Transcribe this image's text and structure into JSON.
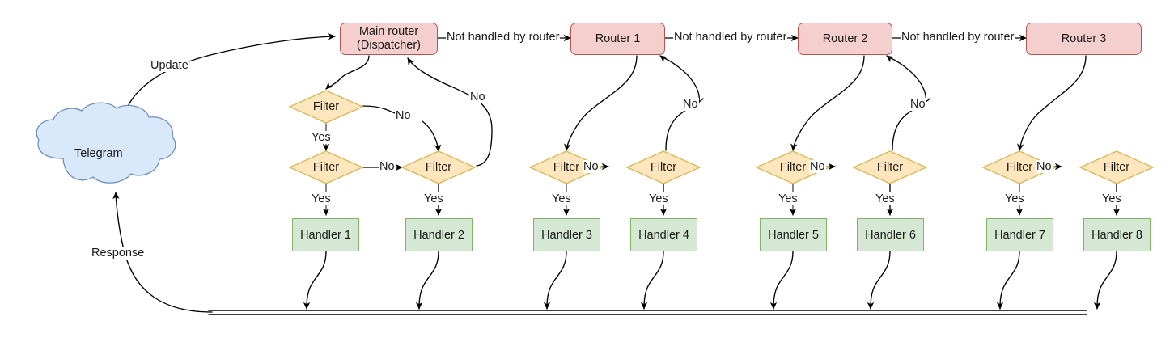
{
  "diagram": {
    "title": "Telegram bot update routing flow",
    "colors": {
      "router_fill": "#f5cfcd",
      "router_stroke": "#b85450",
      "handler_fill": "#d5e8d4",
      "handler_stroke": "#82b366",
      "filter_fill": "#ffe6bd",
      "filter_stroke": "#d6b656",
      "cloud_fill": "#dae8fc",
      "cloud_stroke": "#6c8ebf",
      "line": "#000000",
      "text": "#1a1a1a"
    },
    "source": {
      "label": "Telegram",
      "shape": "cloud"
    },
    "routers": [
      {
        "id": "main-router",
        "line1": "Main router",
        "line2": "(Dispatcher)"
      },
      {
        "id": "router-1",
        "line1": "Router 1",
        "line2": ""
      },
      {
        "id": "router-2",
        "line1": "Router 2",
        "line2": ""
      },
      {
        "id": "router-3",
        "line1": "Router 3",
        "line2": ""
      }
    ],
    "filters": [
      {
        "id": "filter-a",
        "label": "Filter"
      },
      {
        "id": "filter-1",
        "label": "Filter"
      },
      {
        "id": "filter-2",
        "label": "Filter"
      },
      {
        "id": "filter-3",
        "label": "Filter"
      },
      {
        "id": "filter-4",
        "label": "Filter"
      },
      {
        "id": "filter-5",
        "label": "Filter"
      },
      {
        "id": "filter-6",
        "label": "Filter"
      },
      {
        "id": "filter-7",
        "label": "Filter"
      },
      {
        "id": "filter-8",
        "label": "Filter"
      }
    ],
    "handlers": [
      {
        "id": "handler-1",
        "label": "Handler 1"
      },
      {
        "id": "handler-2",
        "label": "Handler 2"
      },
      {
        "id": "handler-3",
        "label": "Handler 3"
      },
      {
        "id": "handler-4",
        "label": "Handler 4"
      },
      {
        "id": "handler-5",
        "label": "Handler 5"
      },
      {
        "id": "handler-6",
        "label": "Handler 6"
      },
      {
        "id": "handler-7",
        "label": "Handler 7"
      },
      {
        "id": "handler-8",
        "label": "Handler 8"
      }
    ],
    "edge_labels": {
      "update": "Update",
      "response": "Response",
      "not_handled": "Not handled by router",
      "yes": "Yes",
      "no": "No"
    },
    "edges": [
      {
        "from": "Telegram",
        "to": "Main router (Dispatcher)",
        "label": "Update"
      },
      {
        "from": "Main router (Dispatcher)",
        "to": "Router 1",
        "label": "Not handled by router"
      },
      {
        "from": "Router 1",
        "to": "Router 2",
        "label": "Not handled by router"
      },
      {
        "from": "Router 2",
        "to": "Router 3",
        "label": "Not handled by router"
      },
      {
        "from": "Main router (Dispatcher)",
        "to": "Filter",
        "label": ""
      },
      {
        "from": "Filter",
        "to": "Filter",
        "label": "No"
      },
      {
        "from": "Filter",
        "to": "Handler",
        "label": "Yes"
      },
      {
        "from": "Filter",
        "to": "Router",
        "label": "No"
      },
      {
        "from": "Handlers",
        "to": "Response bus",
        "label": ""
      },
      {
        "from": "Response bus",
        "to": "Telegram",
        "label": "Response"
      }
    ]
  }
}
